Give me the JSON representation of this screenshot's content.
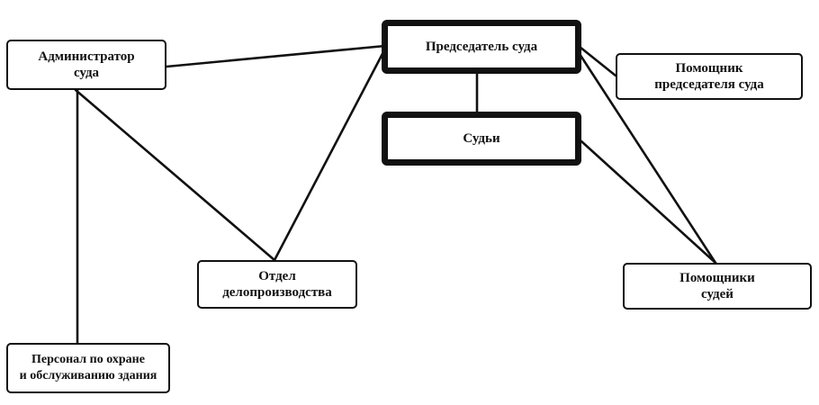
{
  "diagram": {
    "nodes": {
      "administrator": "Администратор\nсуда",
      "chairman": "Председатель суда",
      "chairman_assistant": "Помощник\nпредседателя суда",
      "judges": "Судьи",
      "records_department": "Отдел\nделопроизводства",
      "judges_assistants": "Помощники\nсудей",
      "security_staff": "Персонал по охране\nи обслуживанию здания"
    },
    "edges": [
      [
        "administrator",
        "chairman"
      ],
      [
        "administrator",
        "records_department"
      ],
      [
        "administrator",
        "security_staff"
      ],
      [
        "chairman",
        "records_department"
      ],
      [
        "chairman",
        "judges"
      ],
      [
        "chairman",
        "chairman_assistant"
      ],
      [
        "chairman",
        "judges_assistants"
      ],
      [
        "judges",
        "judges_assistants"
      ]
    ],
    "colors": {
      "line": "#111111",
      "box_border": "#111111",
      "background": "#ffffff"
    }
  }
}
